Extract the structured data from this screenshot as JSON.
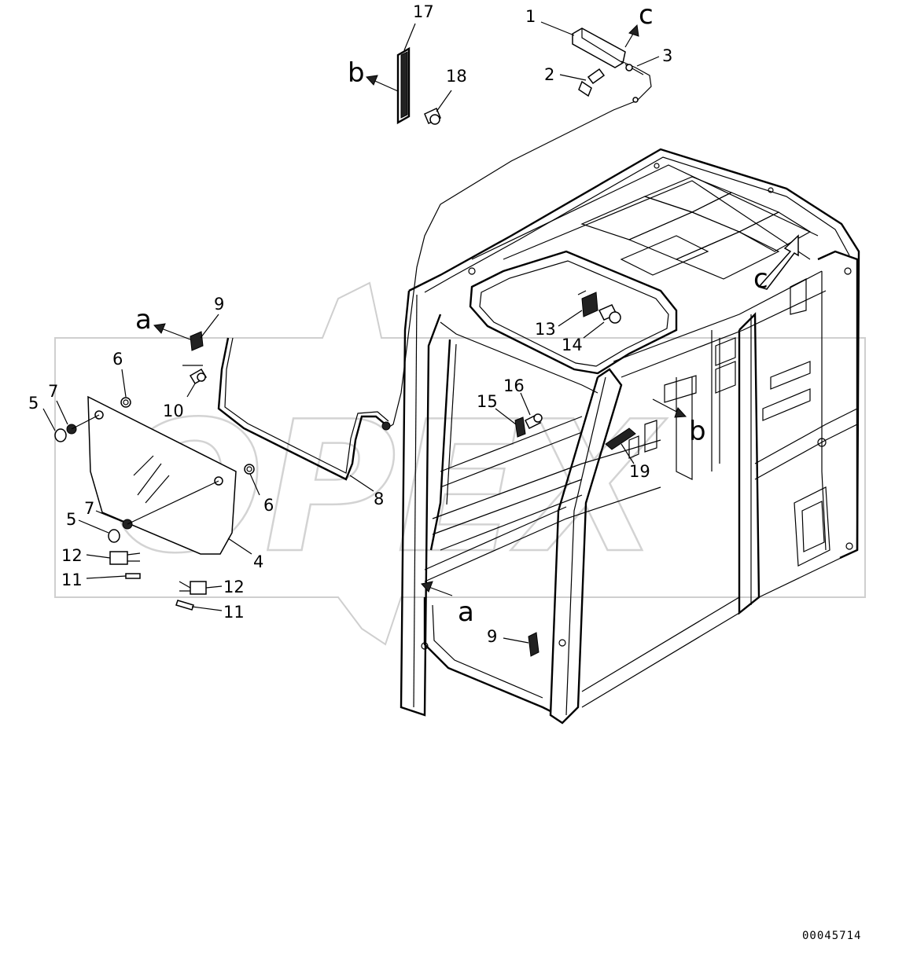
{
  "watermark": "OPEX",
  "catalog_code": "00045714",
  "colors": {
    "ink": "#000000",
    "watermark": "#d3d3d3",
    "background": "#ffffff"
  },
  "callouts": {
    "p1": "1",
    "p2": "2",
    "p3": "3",
    "p4": "4",
    "p5a": "5",
    "p5b": "5",
    "p6a": "6",
    "p6b": "6",
    "p7a": "7",
    "p7b": "7",
    "p8": "8",
    "p9a": "9",
    "p9b": "9",
    "p10": "10",
    "p11a": "11",
    "p11b": "11",
    "p12a": "12",
    "p12b": "12",
    "p13": "13",
    "p14": "14",
    "p15": "15",
    "p16": "16",
    "p17": "17",
    "p18": "18",
    "p19": "19"
  },
  "view_refs": {
    "a_top": "a",
    "a_bottom": "a",
    "b_top": "b",
    "b_right": "b",
    "c_top": "c",
    "c_right": "c"
  }
}
